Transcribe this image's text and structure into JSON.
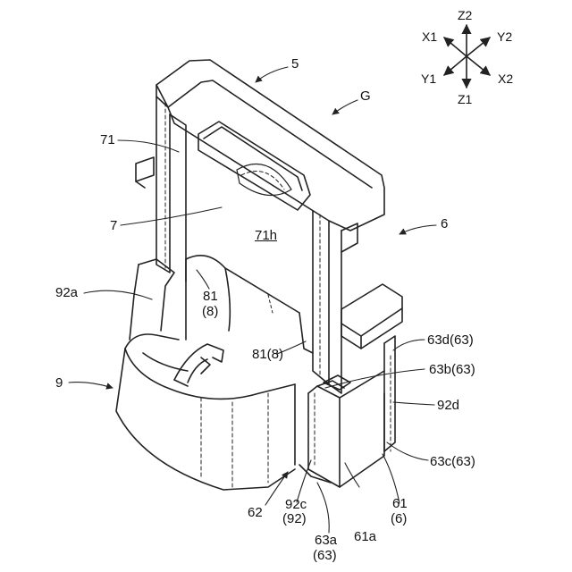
{
  "axes": {
    "z2": "Z2",
    "x1": "X1",
    "y2": "Y2",
    "y1": "Y1",
    "x2": "X2",
    "z1": "Z1"
  },
  "labels": {
    "l5": "5",
    "lG": "G",
    "l71": "71",
    "l7": "7",
    "l71h": "71h",
    "l6": "6",
    "l92a": "92a",
    "l81_8a": "81",
    "l81_8b": "(8)",
    "l81_8side": "81(8)",
    "l63d": "63d(63)",
    "l63b": "63b(63)",
    "l9": "9",
    "l92d": "92d",
    "l63c": "63c(63)",
    "l62": "62",
    "l92c_a": "92c",
    "l92c_b": "(92)",
    "l61": "61",
    "l6paren": "(6)",
    "l63a_a": "63a",
    "l63a_b": "(63)",
    "l61a": "61a"
  }
}
